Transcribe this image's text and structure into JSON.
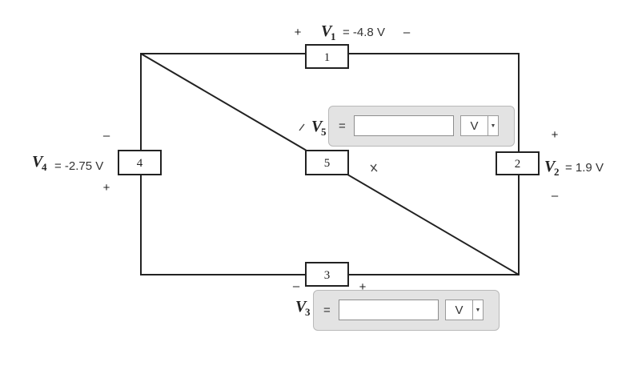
{
  "elements": [
    {
      "number": "1"
    },
    {
      "number": "2"
    },
    {
      "number": "3"
    },
    {
      "number": "4"
    },
    {
      "number": "5"
    }
  ],
  "voltages": {
    "v1": {
      "symbol": "V",
      "subscript": "1",
      "value": "= -4.8 V",
      "plus": "+",
      "minus": "–"
    },
    "v2": {
      "symbol": "V",
      "subscript": "2",
      "value": "= 1.9 V",
      "plus": "+",
      "minus": "–"
    },
    "v3": {
      "symbol": "V",
      "subscript": "3",
      "plus": "+",
      "minus": "–"
    },
    "v4": {
      "symbol": "V",
      "subscript": "4",
      "value": "= -2.75 V",
      "plus": "+",
      "minus": "–"
    },
    "v5": {
      "symbol": "V",
      "subscript": "5"
    }
  },
  "answers": {
    "v5": {
      "equals": "=",
      "input_value": "",
      "unit": "V"
    },
    "v3": {
      "equals": "=",
      "input_value": "",
      "unit": "V"
    }
  },
  "icons": {
    "element5_polarity_marks": "tick-and-cross-marks",
    "unit_dropdown": "chevron-down-icon"
  }
}
